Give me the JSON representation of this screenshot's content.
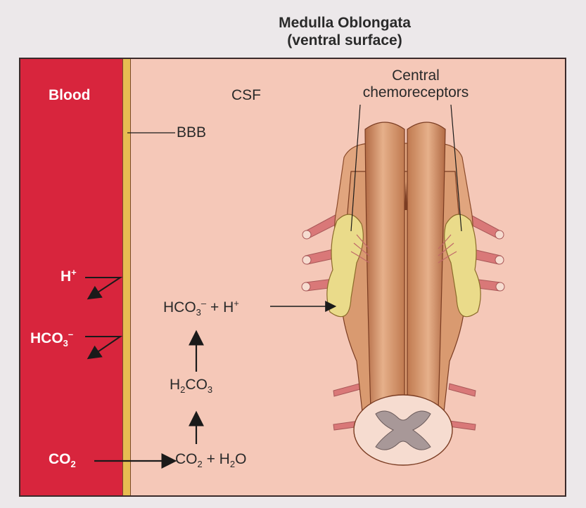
{
  "title": {
    "line1": "Medulla Oblongata",
    "line2": "(ventral surface)"
  },
  "labels": {
    "blood": "Blood",
    "csf": "CSF",
    "bbb": "BBB",
    "chemoreceptors_line1": "Central",
    "chemoreceptors_line2": "chemoreceptors"
  },
  "blood_ions": {
    "h": {
      "base": "H",
      "sup": "+"
    },
    "hco3": {
      "base": "HCO",
      "sub": "3",
      "sup": "–"
    },
    "co2": {
      "base": "CO",
      "sub": "2"
    }
  },
  "reactions": {
    "hco3_h": {
      "a": "HCO",
      "a_sub": "3",
      "a_sup": "–",
      "plus": " + H",
      "b_sup": "+"
    },
    "h2co3": {
      "a": "H",
      "a_sub": "2",
      "b": "CO",
      "b_sub": "3"
    },
    "co2_h2o": {
      "a": "CO",
      "a_sub": "2",
      "plus": " + H",
      "b_sub": "2",
      "c": "O"
    }
  },
  "colors": {
    "blood": "#d8253d",
    "bbb": "#e7bd52",
    "csf": "#f5c8b8",
    "medulla": "#d99a70",
    "chemoreceptor": "#eadb8a",
    "nerve": "#d97878"
  }
}
